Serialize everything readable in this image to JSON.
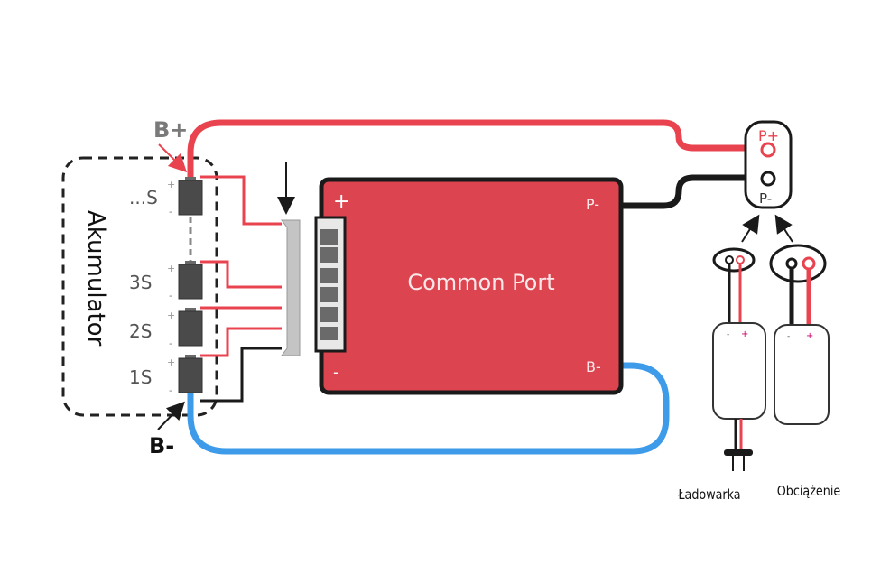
{
  "diagram": {
    "type": "wiring",
    "battery_pack": {
      "label": "Akumulator",
      "cells": [
        {
          "label": "...S",
          "plus": "+",
          "minus": "-"
        },
        {
          "label": "3S",
          "plus": "+",
          "minus": "-"
        },
        {
          "label": "2S",
          "plus": "+",
          "minus": "-"
        },
        {
          "label": "1S",
          "plus": "+",
          "minus": "-"
        }
      ],
      "b_plus": "B+",
      "b_minus": "B-"
    },
    "bms_board": {
      "title": "Common Port",
      "plus": "+",
      "minus": "-",
      "p_minus": "P-",
      "b_minus": "B-",
      "connector_pins": 6
    },
    "output_port": {
      "p_plus": "P+",
      "p_minus": "P-"
    },
    "devices": [
      {
        "label": "Ładowarka",
        "minus": "-",
        "plus": "+"
      },
      {
        "label": "Obciążenie",
        "minus": "-",
        "plus": "+"
      }
    ],
    "colors": {
      "positive_wire": "#e8434f",
      "negative_wire": "#1a1a1a",
      "bminus_wire": "#3d9be9",
      "board_fill": "#dc4450",
      "cell_fill": "#4a4a4a",
      "connector_fill": "#c4c4c4",
      "label_gray": "#7a7a7a"
    }
  }
}
